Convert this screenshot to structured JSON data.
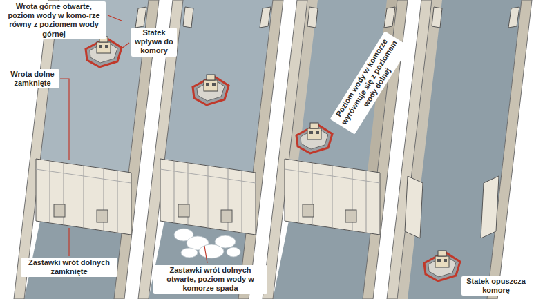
{
  "diagram": {
    "labels": [
      "Wrota górne otwarte, poziom wody w komo-rze równy z poziomem wody górnej",
      "Statek wpływa do komory",
      "Wrota dolne zamknięte",
      "Zastawki wrót dolnych zamknięte",
      "Zastawki wrót dolnych otwarte, poziom wody w komorze spada",
      "Poziom wody w komorze wyrównuje się z poziomem wody dolnej",
      "Statek opuszcza komorę"
    ]
  }
}
